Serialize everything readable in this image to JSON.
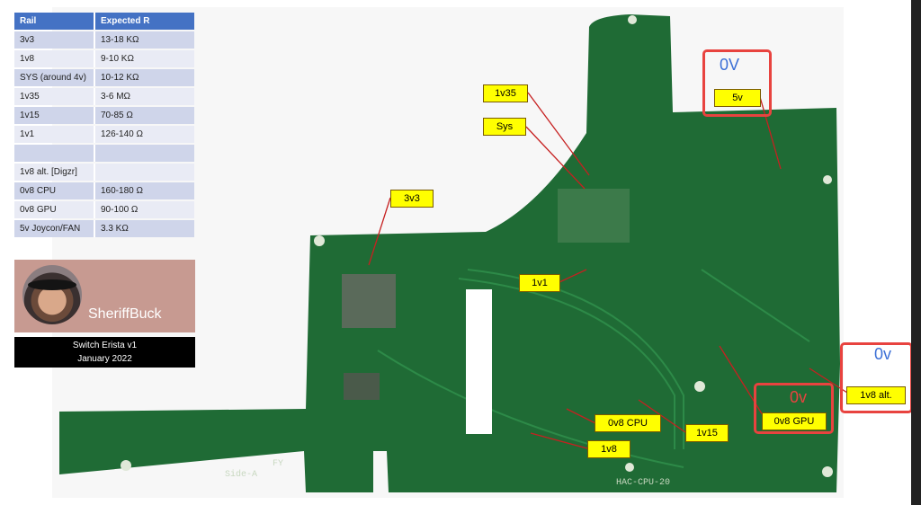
{
  "table": {
    "headers": [
      "Rail",
      "Expected R"
    ],
    "rows": [
      [
        "3v3",
        "13-18 KΩ"
      ],
      [
        "1v8",
        "9-10 KΩ"
      ],
      [
        "SYS (around 4v)",
        "10-12 KΩ"
      ],
      [
        "1v35",
        "3-6 MΩ"
      ],
      [
        "1v15",
        "70-85 Ω"
      ],
      [
        "1v1",
        "126-140 Ω"
      ],
      [
        "",
        ""
      ],
      [
        "1v8 alt. [Digzr]",
        ""
      ],
      [
        "0v8 CPU",
        "160-180  Ω"
      ],
      [
        "0v8 GPU",
        "90-100  Ω"
      ],
      [
        "5v Joycon/FAN",
        "3.3 KΩ"
      ]
    ]
  },
  "profile": {
    "name": "SheriffBuck"
  },
  "caption": {
    "line1": "Switch Erista v1",
    "line2": "January 2022"
  },
  "labels": {
    "l1v35": "1v35",
    "sys": "Sys",
    "l3v3": "3v3",
    "l1v1": "1v1",
    "l5v": "5v",
    "cpu": "0v8 CPU",
    "l1v15": "1v15",
    "l1v8": "1v8",
    "gpu": "0v8 GPU",
    "alt": "1v8 alt."
  },
  "zero_volt": {
    "top": "0V",
    "gpu": "0v",
    "alt": "0v"
  },
  "board_text": {
    "side": "Side-A",
    "model": "HAC-CPU-20",
    "fy": "FY"
  },
  "colors": {
    "pcb": "#1f6b35",
    "label": "#ffff00",
    "box": "#e8433f",
    "header": "#4472c4",
    "blue_text": "#3b6fd6",
    "red_text": "#e8433f"
  }
}
